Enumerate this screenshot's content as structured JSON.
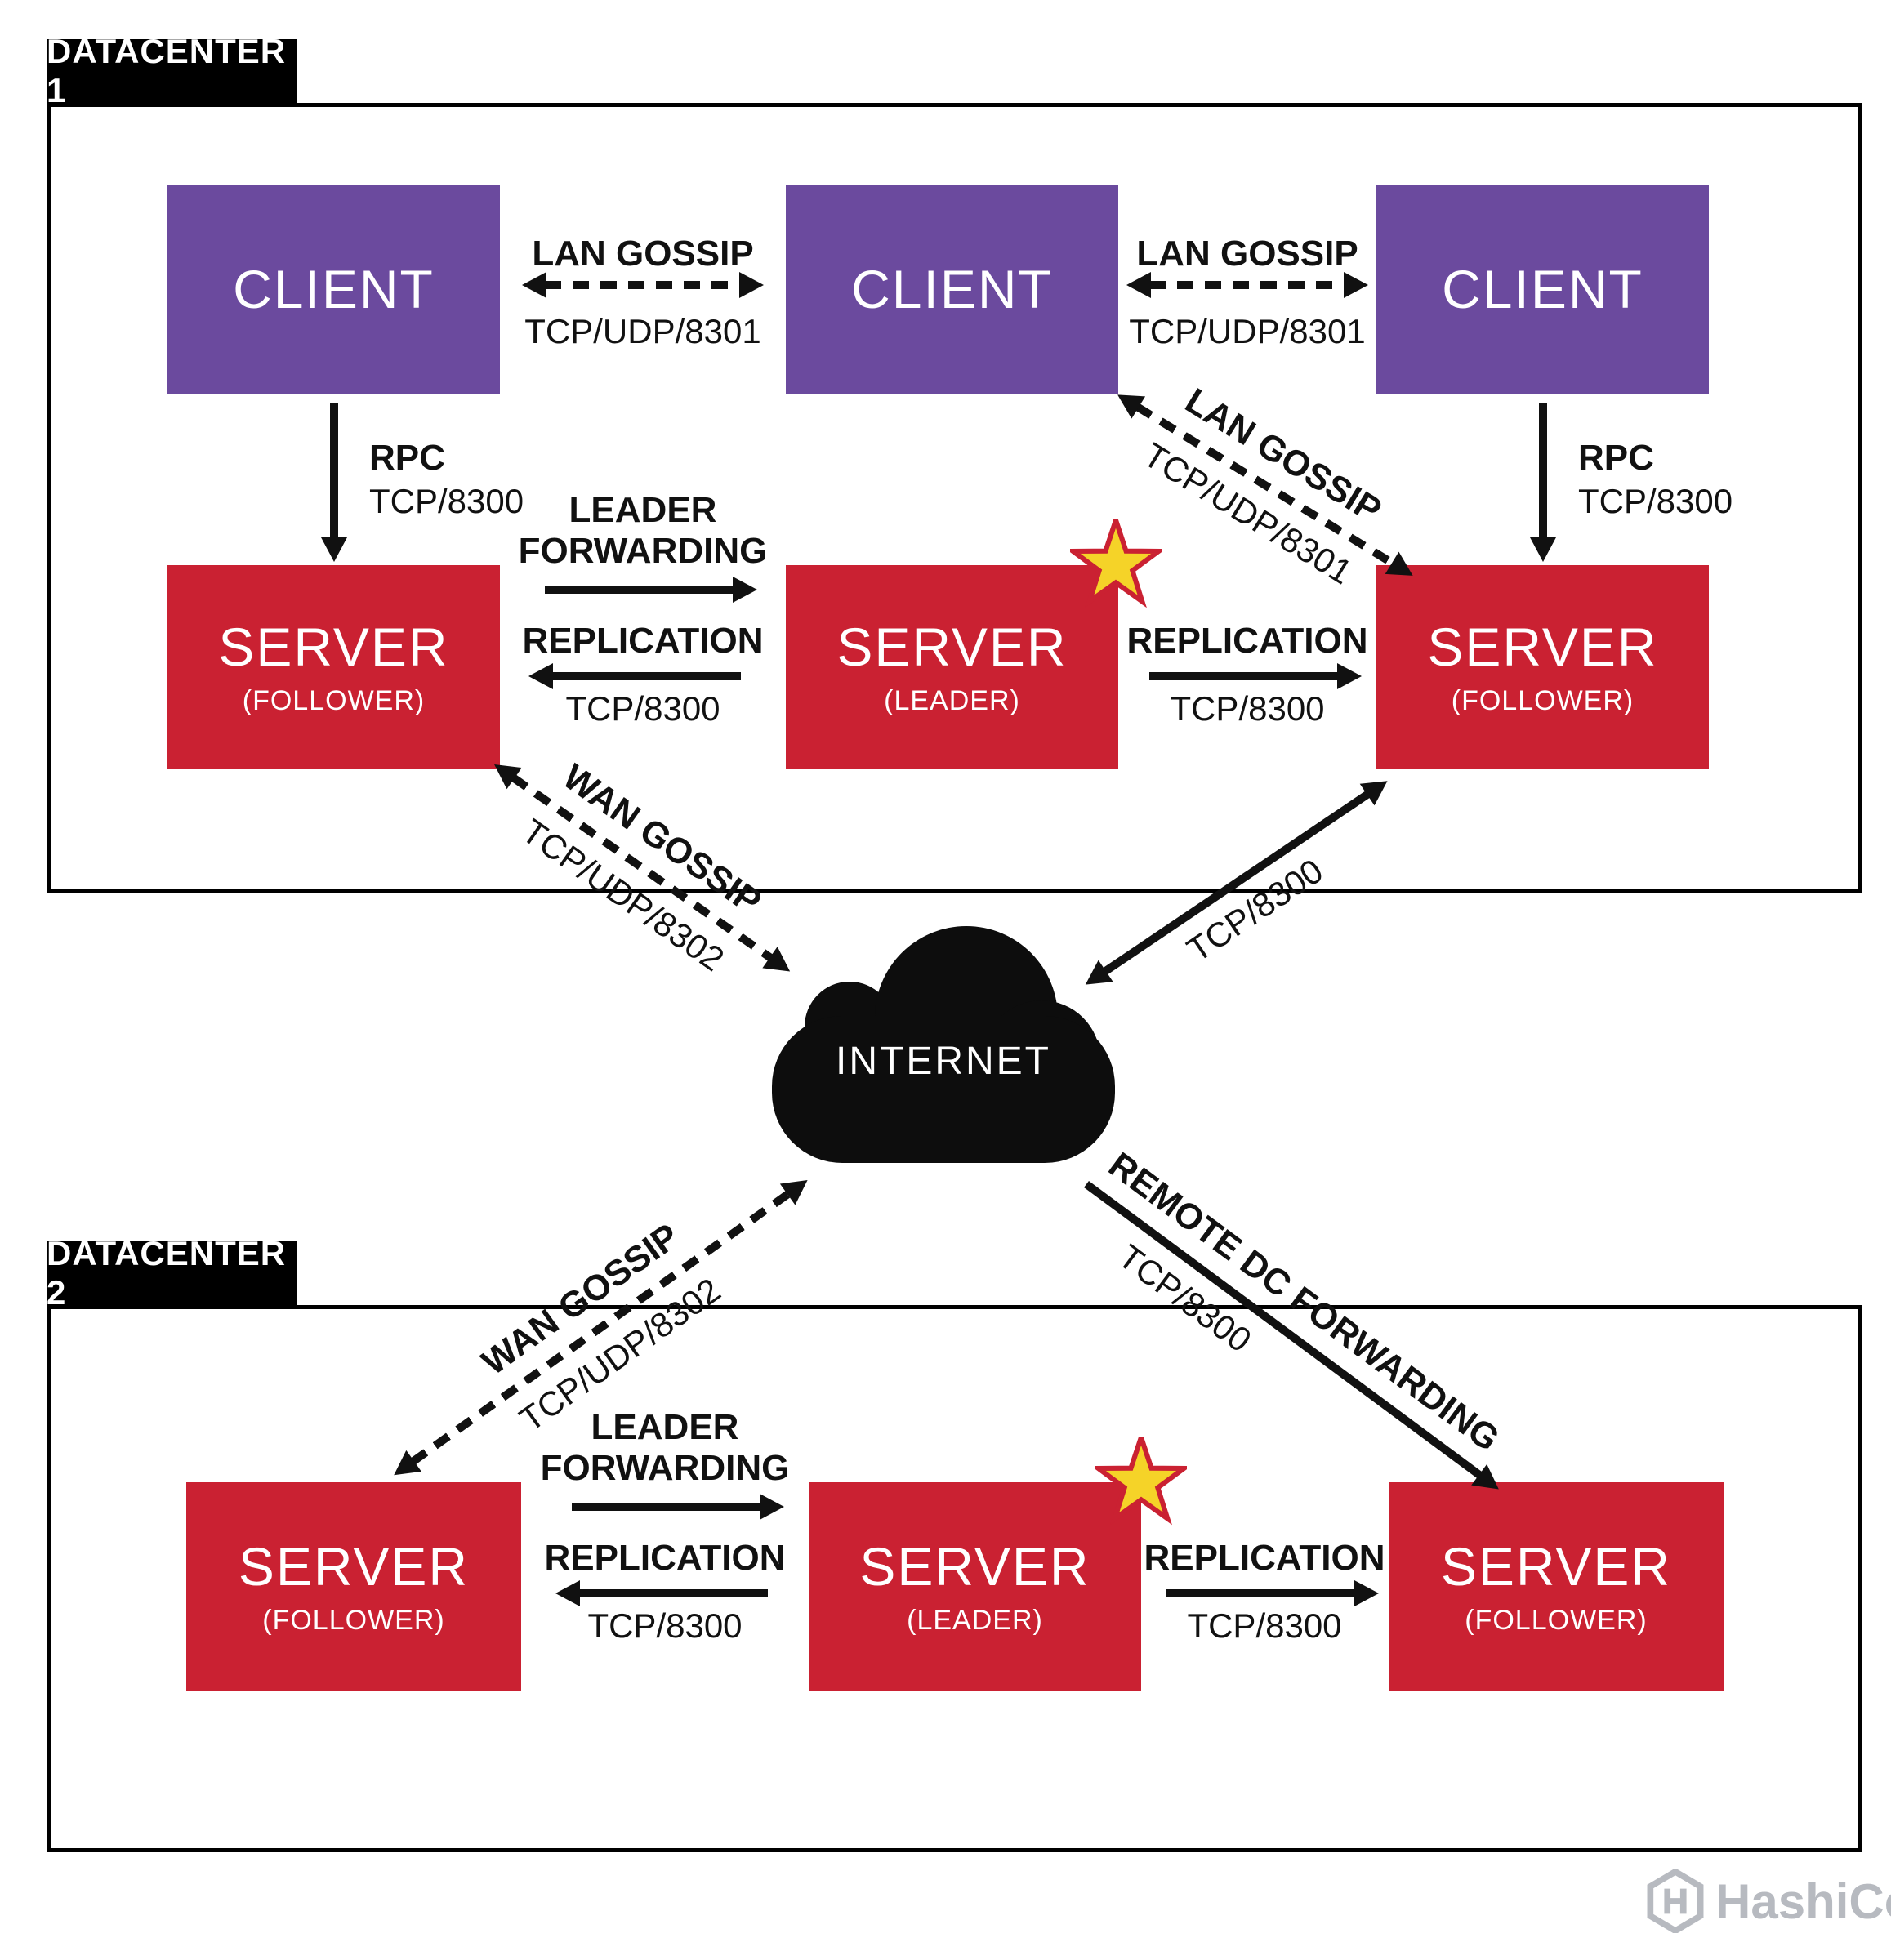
{
  "colors": {
    "purple": "#6b4a9e",
    "red": "#ca2132",
    "black": "#111111",
    "star_fill": "#f5d328",
    "star_stroke": "#ca2132",
    "logo_gray": "#b7bac0"
  },
  "dc1": {
    "label": "DATACENTER 1",
    "clients": [
      "CLIENT",
      "CLIENT",
      "CLIENT"
    ],
    "servers": [
      {
        "name": "SERVER",
        "role": "(FOLLOWER)"
      },
      {
        "name": "SERVER",
        "role": "(LEADER)"
      },
      {
        "name": "SERVER",
        "role": "(FOLLOWER)"
      }
    ],
    "lan_gossip_1": {
      "title": "LAN GOSSIP",
      "port": "TCP/UDP/8301"
    },
    "lan_gossip_2": {
      "title": "LAN GOSSIP",
      "port": "TCP/UDP/8301"
    },
    "lan_gossip_diag": {
      "title": "LAN GOSSIP",
      "port": "TCP/UDP/8301"
    },
    "rpc_1": {
      "title": "RPC",
      "port": "TCP/8300"
    },
    "rpc_2": {
      "title": "RPC",
      "port": "TCP/8300"
    },
    "leader_forwarding": {
      "line1": "LEADER",
      "line2": "FORWARDING"
    },
    "replication_1": {
      "title": "REPLICATION",
      "port": "TCP/8300"
    },
    "replication_2": {
      "title": "REPLICATION",
      "port": "TCP/8300"
    }
  },
  "wan": {
    "wan_gossip_dc1": {
      "title": "WAN GOSSIP",
      "port": "TCP/UDP/8302"
    },
    "tcp_diag": {
      "port": "TCP/8300"
    },
    "wan_gossip_dc2": {
      "title": "WAN GOSSIP",
      "port": "TCP/UDP/8302"
    },
    "remote_dc": {
      "title": "REMOTE DC FORWARDING",
      "port": "TCP/8300"
    }
  },
  "internet": {
    "label": "INTERNET"
  },
  "dc2": {
    "label": "DATACENTER 2",
    "servers": [
      {
        "name": "SERVER",
        "role": "(FOLLOWER)"
      },
      {
        "name": "SERVER",
        "role": "(LEADER)"
      },
      {
        "name": "SERVER",
        "role": "(FOLLOWER)"
      }
    ],
    "leader_forwarding": {
      "line1": "LEADER",
      "line2": "FORWARDING"
    },
    "replication_1": {
      "title": "REPLICATION",
      "port": "TCP/8300"
    },
    "replication_2": {
      "title": "REPLICATION",
      "port": "TCP/8300"
    }
  },
  "footer": {
    "brand": "HashiCorp"
  }
}
